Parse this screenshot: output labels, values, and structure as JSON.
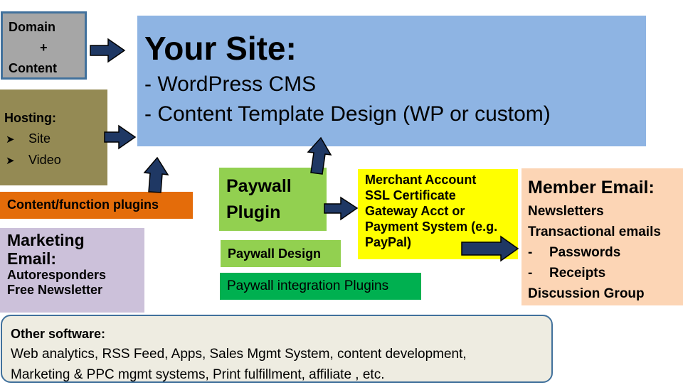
{
  "domain_box": {
    "line1": "Domain",
    "line2": "+",
    "line3": "Content"
  },
  "site_box": {
    "title": "Your Site:",
    "lines": [
      "- WordPress CMS",
      "- Content Template Design (WP or custom)"
    ]
  },
  "hosting_box": {
    "title": "Hosting:",
    "bullet_icon": "arrow-bullet-icon",
    "items": [
      "Site",
      "Video"
    ]
  },
  "content_plugins_box": {
    "label": "Content/function plugins"
  },
  "marketing_box": {
    "title_line1": "Marketing",
    "title_line2": "Email:",
    "items": [
      "Autoresponders",
      "Free Newsletter"
    ]
  },
  "paywall_plugin_box": {
    "line1": "Paywall",
    "line2": "Plugin"
  },
  "paywall_design_box": {
    "label": "Paywall Design"
  },
  "paywall_integration_box": {
    "label": "Paywall integration Plugins"
  },
  "merchant_box": {
    "lines": [
      "Merchant Account",
      "SSL Certificate",
      "Gateway Acct or",
      "Payment System (e.g.",
      "PayPal)"
    ]
  },
  "member_box": {
    "title": "Member Email:",
    "items": [
      "Newsletters",
      "Transactional emails"
    ],
    "dash_items": [
      "Passwords",
      "Receipts"
    ],
    "last_item": "Discussion Group"
  },
  "other_box": {
    "title": "Other software:",
    "lines": [
      "Web analytics, RSS Feed, Apps,  Sales Mgmt System, content development,",
      "Marketing  & PPC mgmt systems, Print fulfillment, affiliate , etc."
    ]
  },
  "colors": {
    "site": "#8eb4e3",
    "domain": "#a6a6a6",
    "hosting": "#948a54",
    "plugins": "#e46c0a",
    "marketing": "#ccc1da",
    "paywall": "#92d050",
    "integration": "#00b050",
    "merchant": "#ffff00",
    "member": "#fcd5b5",
    "other": "#eeece1",
    "arrow": "#1f3864"
  }
}
